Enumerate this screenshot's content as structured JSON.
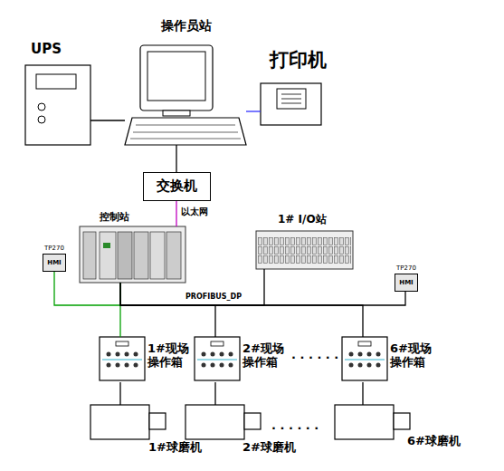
{
  "diagram": {
    "nodes": [
      {
        "text": [
          "UPS"
        ]
      },
      {
        "text": [
          "操作员站"
        ]
      },
      {
        "text": [
          "打印机"
        ]
      },
      {
        "text": [
          "交换机"
        ]
      },
      {
        "text": [
          "控制站"
        ]
      },
      {
        "text": [
          "1# I/O站"
        ]
      },
      {
        "text": [
          "TP270",
          "HMI"
        ]
      },
      {
        "text": [
          "TP270",
          "HMI"
        ]
      },
      {
        "text": [
          "1#现场 操作箱"
        ]
      },
      {
        "text": [
          "2#现场 操作箱"
        ]
      },
      {
        "text": [
          "6#现场 操作箱"
        ]
      },
      {
        "text": [
          "1#球磨机"
        ]
      },
      {
        "text": [
          "2#球磨机"
        ]
      },
      {
        "text": [
          "6#球磨机"
        ]
      }
    ],
    "edges": [
      {
        "from": 0,
        "to": 1,
        "arrow": "none"
      },
      {
        "from": 1,
        "to": 2,
        "arrow": "none"
      },
      {
        "from": 1,
        "to": 3,
        "arrow": "none"
      },
      {
        "from": 3,
        "to": 4,
        "label": "以太网",
        "arrow": "none"
      },
      {
        "from": 4,
        "to": 6,
        "arrow": "none"
      },
      {
        "from": 4,
        "to": 5,
        "arrow": "none"
      },
      {
        "from": 4,
        "to": 7,
        "arrow": "none"
      },
      {
        "from": 4,
        "to": 8,
        "arrow": "none"
      },
      {
        "from": 4,
        "to": 9,
        "arrow": "none"
      },
      {
        "from": 4,
        "to": 10,
        "arrow": "none"
      },
      {
        "from": 8,
        "to": 11,
        "arrow": "none"
      },
      {
        "from": 9,
        "to": 12,
        "arrow": "none"
      },
      {
        "from": 10,
        "to": 13,
        "arrow": "none"
      }
    ],
    "labels": [
      "PROFIBUS_DP",
      "· · · · · ·",
      "· · · · · ·"
    ]
  }
}
